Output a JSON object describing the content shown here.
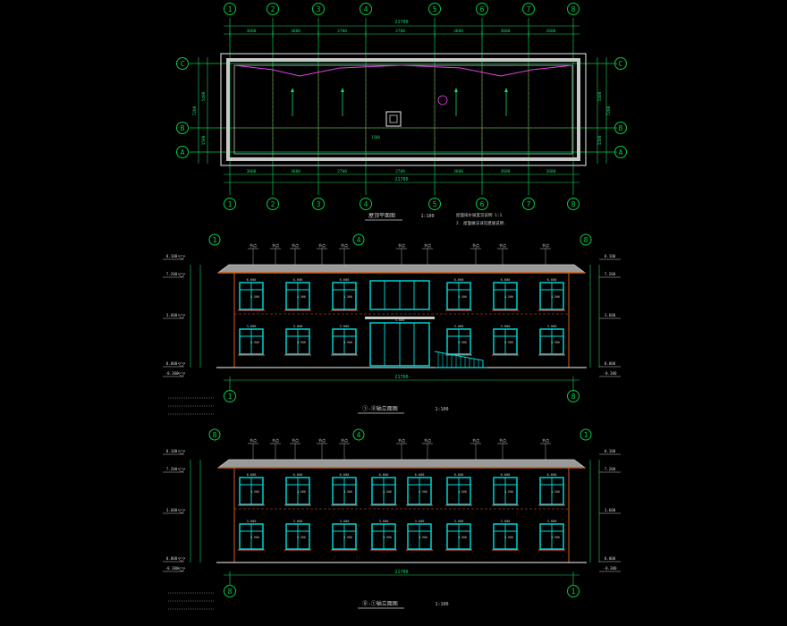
{
  "colors": {
    "background": "#000000",
    "grid_axis": "#00cc44",
    "dimension": "#19d56a",
    "wall": "#c8c8c8",
    "window_frame": "#00e0e0",
    "window_sill": "#ff5050",
    "roof_edge": "#d06020",
    "roof_fill": "#9a9a9a",
    "ridge": "#e040e0",
    "label_text": "#cfcfcf"
  },
  "plan": {
    "axis_labels": [
      "1",
      "2",
      "3",
      "4",
      "5",
      "6",
      "7",
      "8"
    ],
    "row_labels": [
      "C",
      "B",
      "A"
    ],
    "overall_top": "21700",
    "overall_bottom": "21700",
    "bays_top": [
      "3600",
      "3600",
      "2700",
      "2700",
      "3600",
      "3600",
      "2600"
    ],
    "bays_bottom": [
      "3600",
      "3600",
      "2700",
      "2700",
      "3600",
      "3600",
      "2600"
    ],
    "left_dims": [
      "5400",
      "7200",
      "1500"
    ],
    "right_dims": [
      "5400",
      "7200",
      "1500"
    ],
    "title": "屋顶平面图",
    "scale": "1:100",
    "note_1": "屋面排水坡度见说明 1:1",
    "note_2": "2. 屋面做法详见建施说明."
  },
  "front": {
    "title": "①-⑧轴立面图",
    "scale": "1:100",
    "axis_left": "1",
    "axis_right": "8",
    "overall": "21700",
    "levels_left": [
      "8.100",
      "7.200",
      "3.600",
      "0.000",
      "-0.300"
    ],
    "levels_right": [
      "8.100",
      "7.200",
      "3.600",
      "0.000",
      "-0.300"
    ],
    "upper_floor": "6.600",
    "lower_floor": "3.000",
    "sill_upper": "4.500",
    "sill_lower": "0.900",
    "door_level": "3.000"
  },
  "rear": {
    "title": "⑧-①轴立面图",
    "scale": "1:100",
    "axis_left": "8",
    "axis_right": "1",
    "overall": "21700",
    "levels_left": [
      "8.100",
      "7.200",
      "3.600",
      "0.000",
      "-0.300"
    ],
    "levels_right": [
      "8.100",
      "7.200",
      "3.600",
      "0.000",
      "-0.300"
    ],
    "upper_floor": "6.600",
    "lower_floor": "3.000",
    "sill_upper": "4.500",
    "sill_lower": "0.900"
  }
}
